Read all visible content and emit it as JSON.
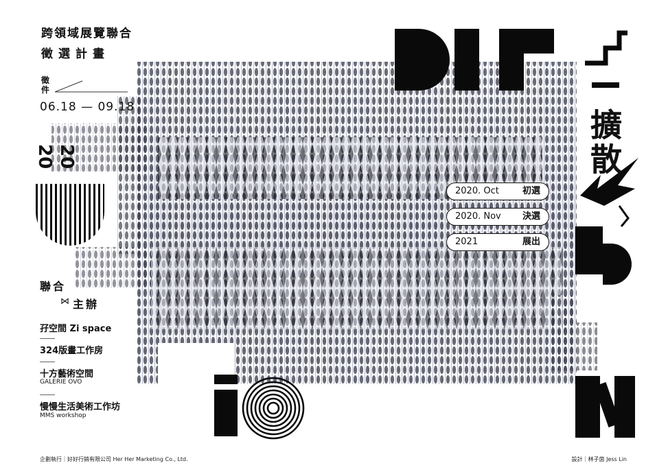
{
  "poster": {
    "title_line1": "跨領域展覽聯合",
    "title_line2": "徵選計畫",
    "call_label": "徵件",
    "call_dates": "06.18 — 09.18",
    "year_top": "20",
    "year_bottom": "20",
    "theme": "擴散",
    "letters_bottom": "i"
  },
  "schedule": [
    {
      "date": "2020. Oct",
      "event": "初選"
    },
    {
      "date": "2020. Nov",
      "event": "決選"
    },
    {
      "date": "2021",
      "event": "展出"
    }
  ],
  "organizers": {
    "heading1": "聯合",
    "heading2": "主辦",
    "symbol": "⋈",
    "list": [
      {
        "name": "孖空間 Zi space",
        "sub": ""
      },
      {
        "name": "324版畫工作房",
        "sub": ""
      },
      {
        "name": "十方藝術空間",
        "sub": "GALERIE OVO"
      },
      {
        "name": "慢慢生活美術工作坊",
        "sub": "MMS workshop"
      }
    ]
  },
  "footer": {
    "left": "企劃執行｜好好行銷有限公司 Her Her Marketing Co., Ltd.",
    "right": "設計｜林子茵 Jess Lin"
  },
  "colors": {
    "ink": "#111111",
    "paper": "#ffffff",
    "tint": "#8f93b3"
  }
}
